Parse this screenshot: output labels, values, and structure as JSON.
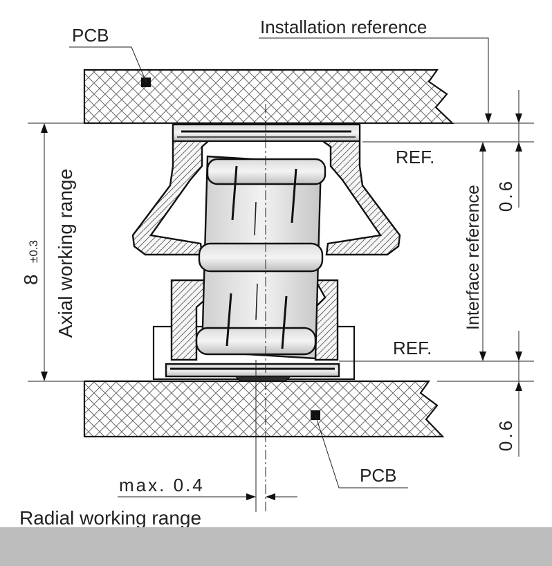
{
  "labels": {
    "pcb_top": "PCB",
    "pcb_bottom": "PCB",
    "installation_reference": "Installation reference",
    "ref_top": "REF.",
    "ref_bottom": "REF.",
    "interface_reference": "Interface reference",
    "axial_value": "8",
    "axial_tolerance": "±0.3",
    "axial_working_range": "Axial working range",
    "dim_top": "0.6",
    "dim_bottom": "0.6",
    "radial_max": "max. 0.4",
    "radial_working_range": "Radial working range"
  }
}
